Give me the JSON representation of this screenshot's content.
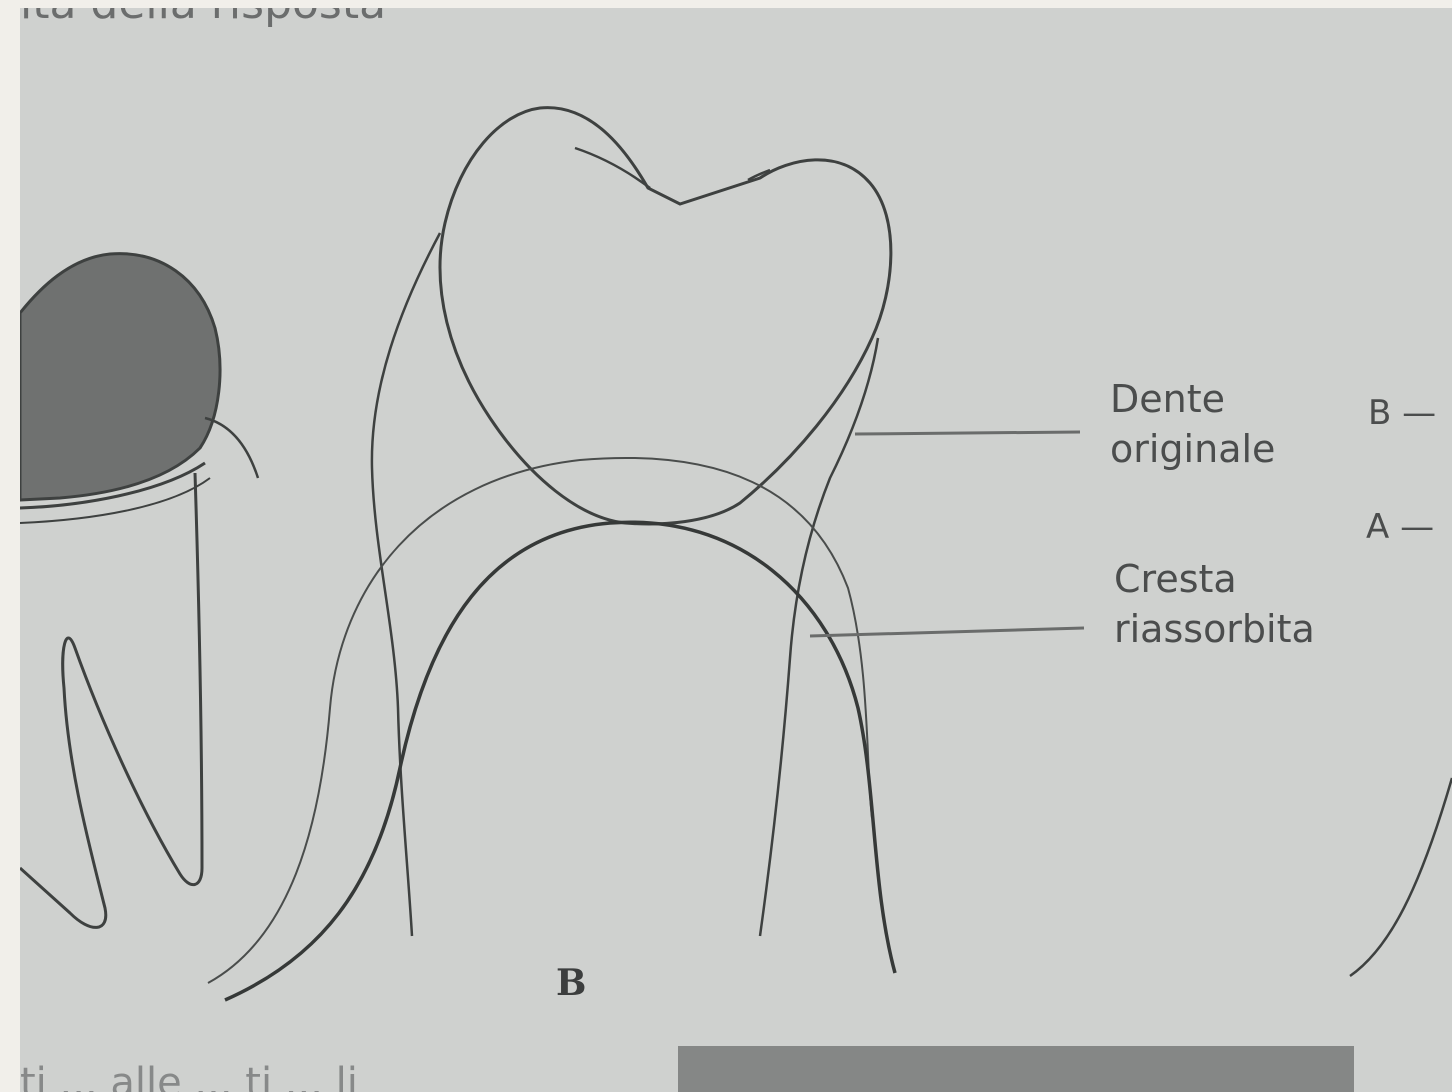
{
  "labels": {
    "dente_line1": "Dente",
    "dente_line2": "originale",
    "cresta_line1": "Cresta",
    "cresta_line2": "riassorbita",
    "panel_letter": "B",
    "right_b": "B —",
    "right_a": "A —"
  },
  "cropped_text": {
    "top": "ita della risposta",
    "bottom": "ti ... alle ... ti ... li"
  },
  "colors": {
    "background": "#cfd1cf",
    "line": "#3e4140",
    "label": "#4b4d4d",
    "gum_fill": "#6f7170"
  }
}
